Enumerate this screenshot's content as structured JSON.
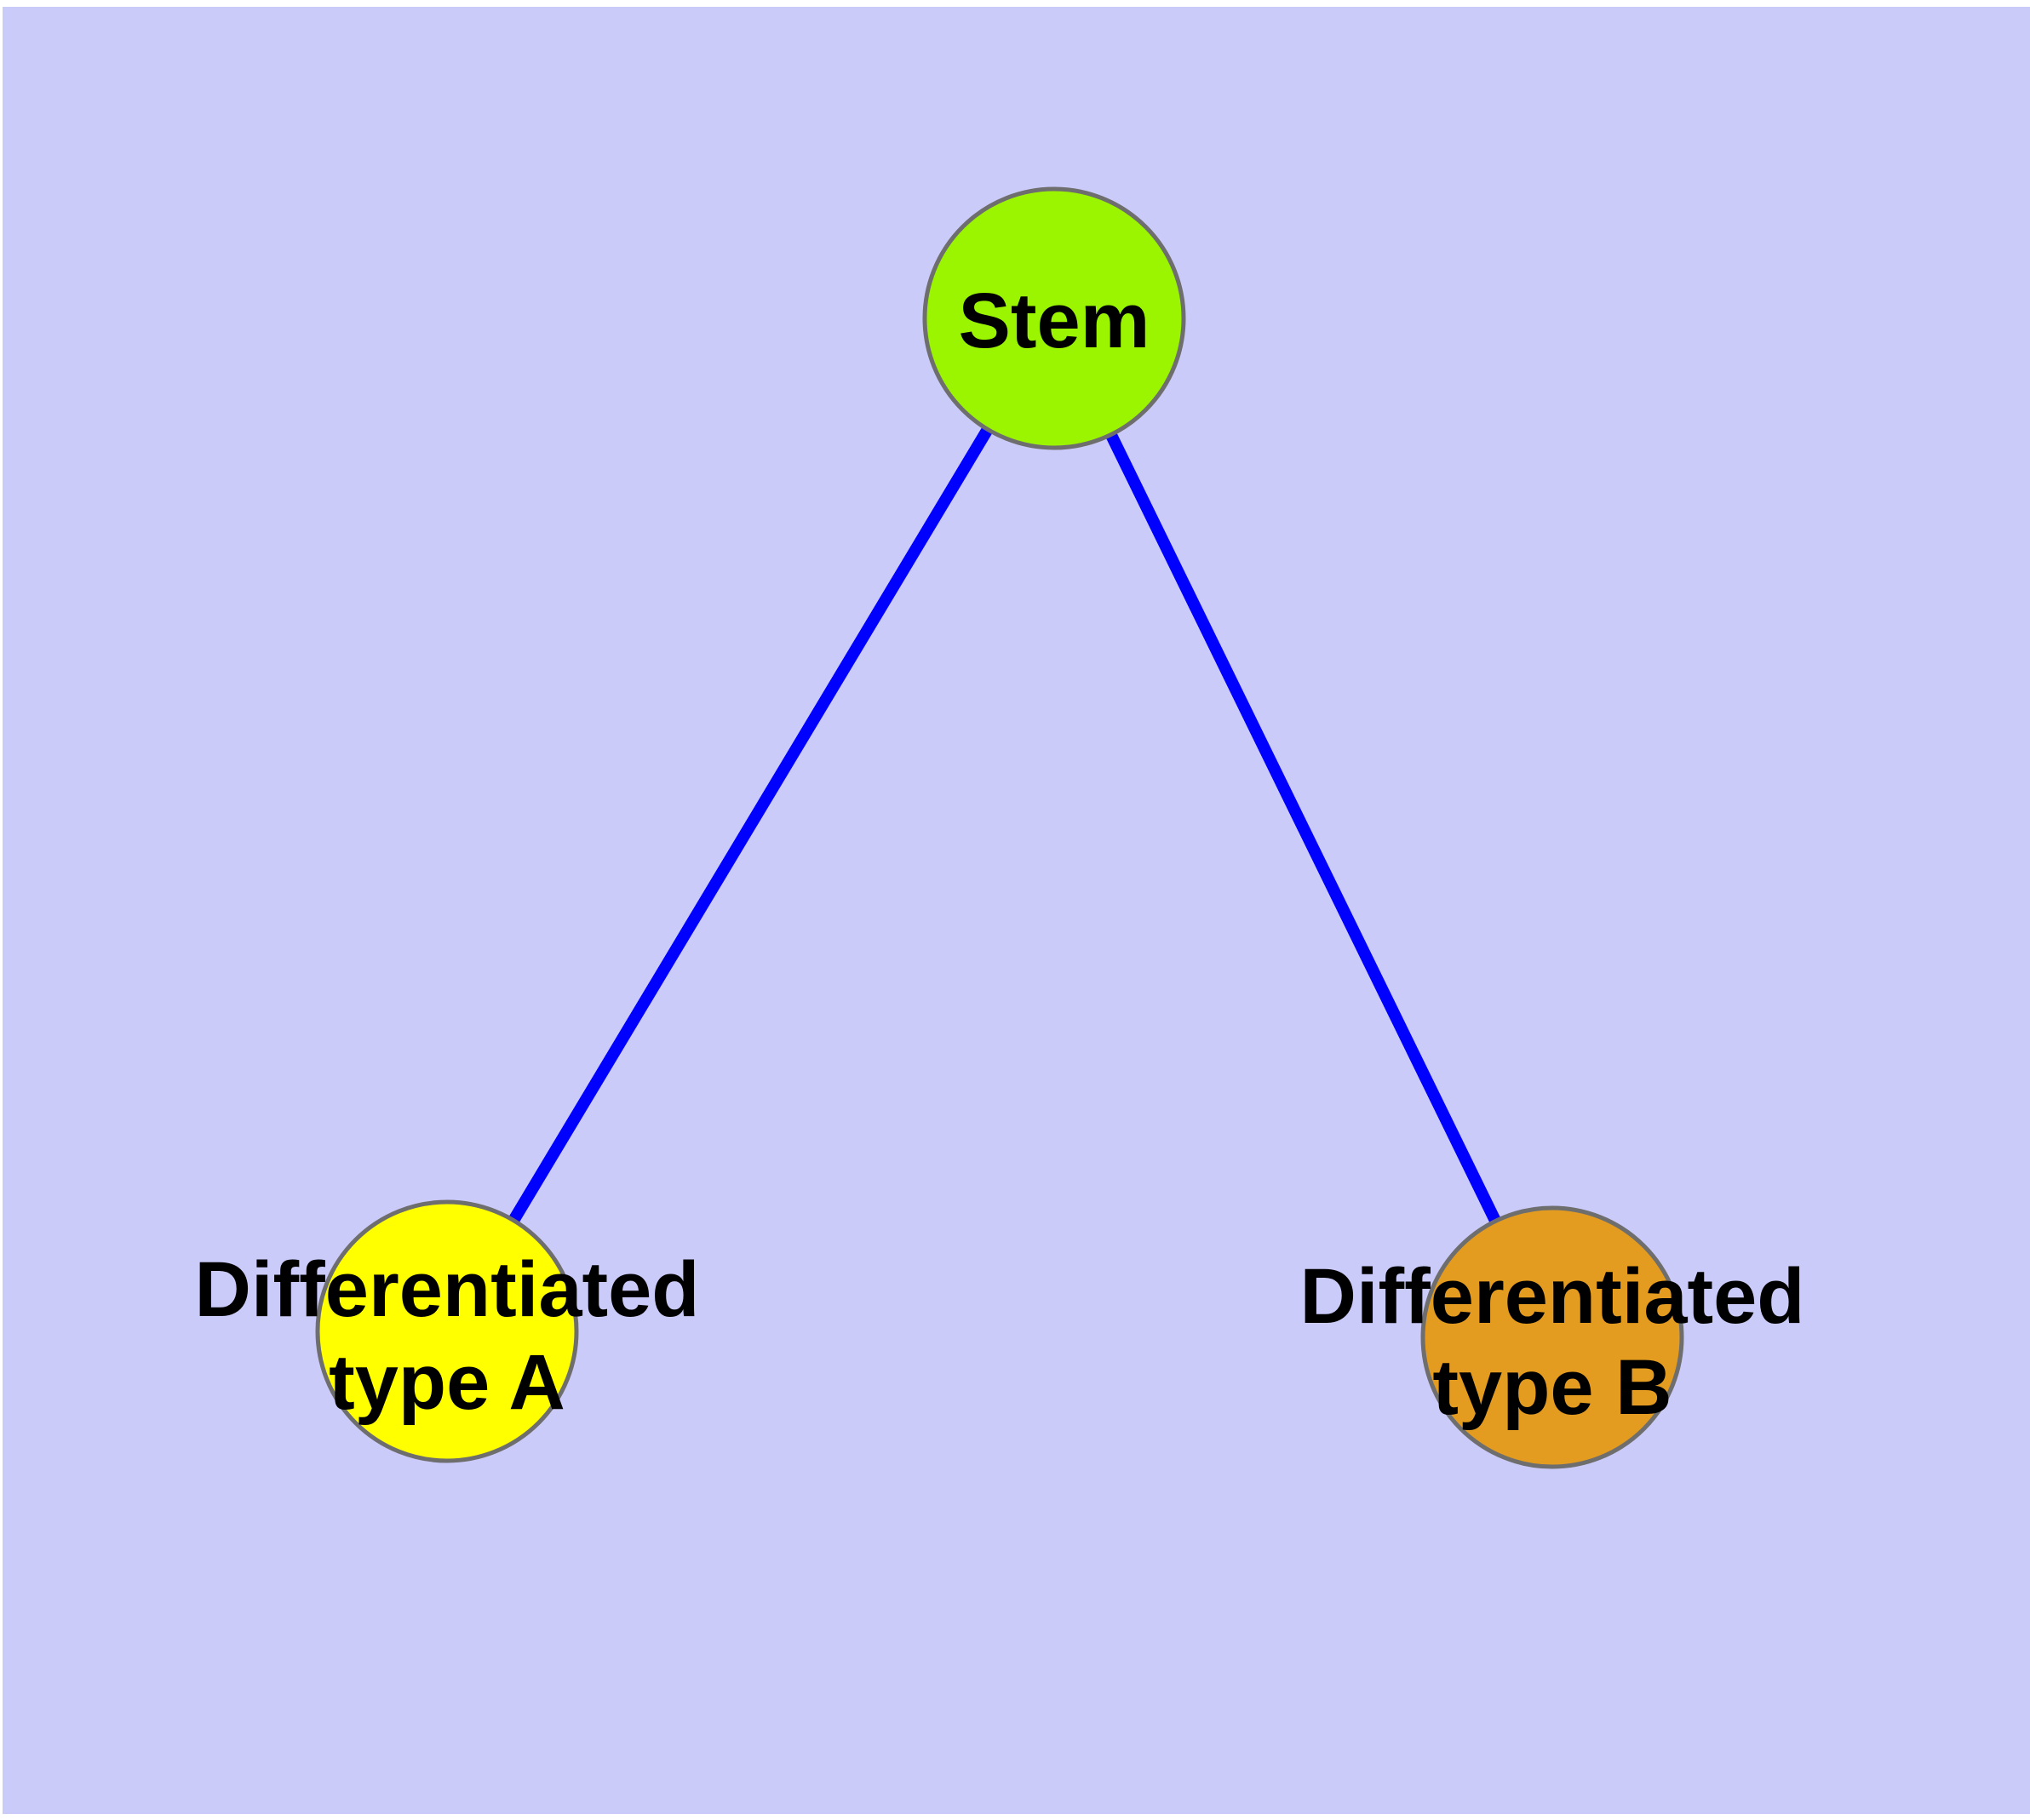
{
  "diagram": {
    "background_color": "#cbcbfa",
    "frame_color": "#ffffff",
    "edge_color": "#0000ff",
    "node_border_color": "#6e6e6e",
    "nodes": {
      "stem": {
        "label": "Stem",
        "color": "#9bf500"
      },
      "type_a": {
        "label_line1": "Differentiated",
        "label_line2": "type A",
        "color": "#ffff00"
      },
      "type_b": {
        "label_line1": "Differentiated",
        "label_line2": "type B",
        "color": "#e39b20"
      }
    },
    "edges": [
      {
        "from": "Stem",
        "to": "Differentiated type A"
      },
      {
        "from": "Stem",
        "to": "Differentiated type B"
      }
    ]
  }
}
